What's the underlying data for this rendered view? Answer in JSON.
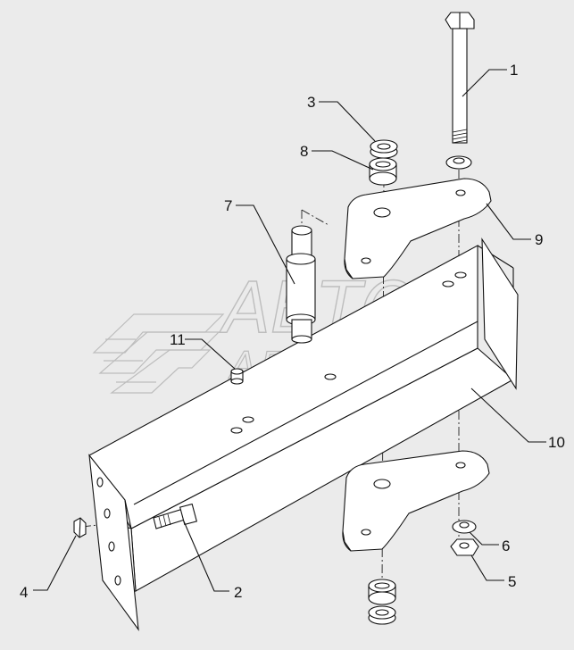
{
  "watermark": {
    "line1": "АВТО",
    "line2": "АЛЬЯНС"
  },
  "callouts": [
    {
      "id": "1",
      "label": "1"
    },
    {
      "id": "2",
      "label": "2"
    },
    {
      "id": "3",
      "label": "3"
    },
    {
      "id": "4",
      "label": "4"
    },
    {
      "id": "5",
      "label": "5"
    },
    {
      "id": "6",
      "label": "6"
    },
    {
      "id": "7",
      "label": "7"
    },
    {
      "id": "8",
      "label": "8"
    },
    {
      "id": "9",
      "label": "9"
    },
    {
      "id": "10",
      "label": "10"
    },
    {
      "id": "11",
      "label": "11"
    }
  ],
  "colors": {
    "background": "#ebebeb",
    "part_fill": "#ffffff",
    "line": "#111111",
    "watermark": "#c9c9c9"
  }
}
